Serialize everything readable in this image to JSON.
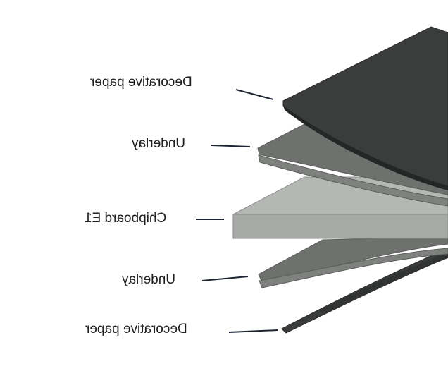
{
  "diagram": {
    "layers": [
      {
        "id": "top-decorative-paper",
        "label": "Decorative paper",
        "color": "#3b3d3c"
      },
      {
        "id": "top-underlay",
        "label": "Underlay",
        "color": "#6f716f"
      },
      {
        "id": "core-chipboard",
        "label": "Chipboard E1",
        "color": "#b9bbb9"
      },
      {
        "id": "bottom-underlay",
        "label": "Underlay",
        "color": "#6f716f"
      },
      {
        "id": "bottom-decorative-paper",
        "label": "Decorative paper",
        "color": "#3b3d3c"
      }
    ],
    "label_color": "#1e1e1e",
    "leader_color": "#1f2433"
  }
}
